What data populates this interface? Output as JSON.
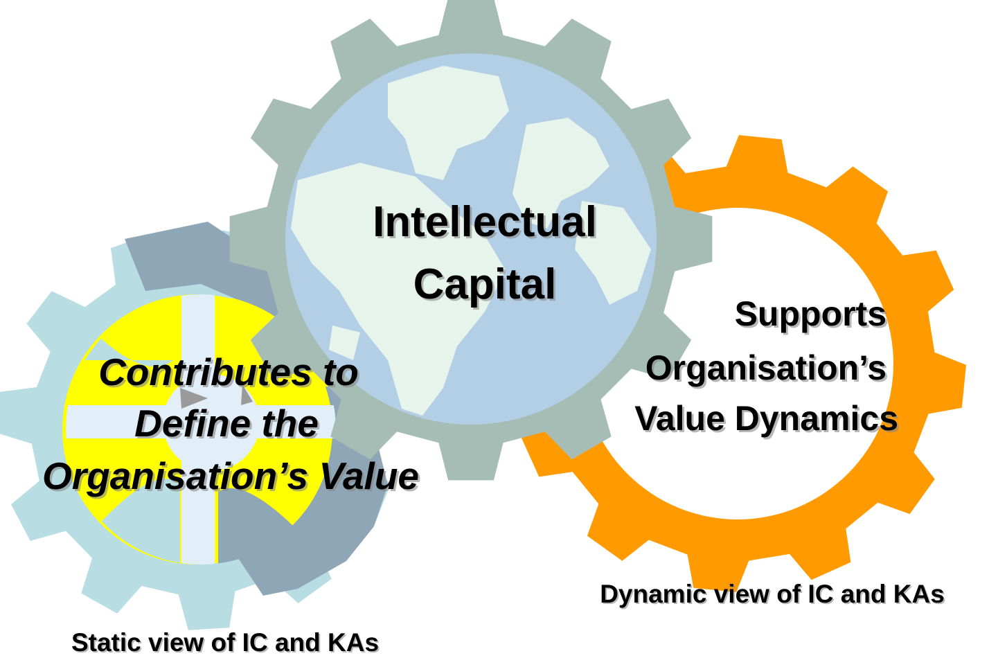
{
  "diagram": {
    "colors": {
      "left_gear_light": "#B8DDE3",
      "left_gear_dark": "#8FA6B7",
      "left_gear_inner_yellow": "#FFFF00",
      "left_gear_inner_light": "#E2EEF8",
      "center_gear": "#A6BDB6",
      "globe_ocean": "#B3CFE6",
      "globe_land": "#E6F4EC",
      "right_gear": "#FF9A00"
    },
    "center_gear": {
      "icon": "globe-icon",
      "lines": [
        "Intellectual",
        "Capital"
      ]
    },
    "left_gear": {
      "icon": "compass-icon",
      "lines": [
        "Contributes to",
        "Define the",
        "Organisation’s Value"
      ],
      "caption": "Static view of IC and KAs"
    },
    "right_gear": {
      "lines": [
        "Supports",
        "Organisation’s",
        "Value Dynamics"
      ],
      "caption": "Dynamic view of IC and KAs"
    }
  }
}
